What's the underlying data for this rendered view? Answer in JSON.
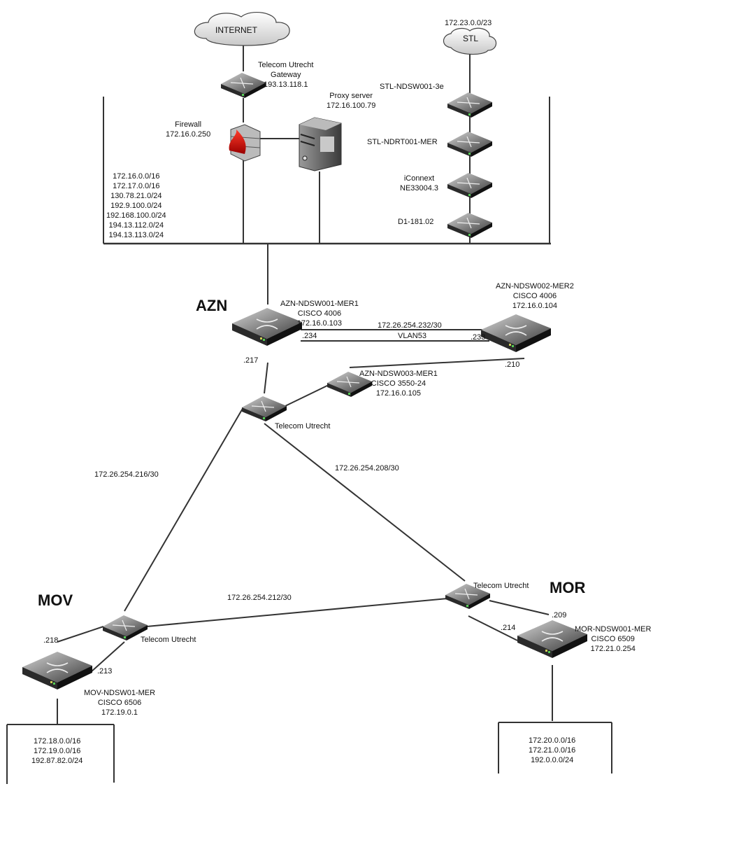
{
  "clouds": {
    "internet": "INTERNET",
    "stl": "STL",
    "stl_subnet": "172.23.0.0/23"
  },
  "sites": {
    "azn": "AZN",
    "mov": "MOV",
    "mor": "MOR"
  },
  "devices": {
    "gateway": [
      "Telecom Utrecht",
      "Gateway",
      "193.13.118.1"
    ],
    "firewall": [
      "Firewall",
      "172.16.0.250"
    ],
    "proxy": [
      "Proxy server",
      "172.16.100.79"
    ],
    "stl_ndsw": [
      "STL-NDSW001-3e"
    ],
    "stl_ndrt": [
      "STL-NDRT001-MER"
    ],
    "iconnext": [
      "iConnext",
      "NE33004.3"
    ],
    "d1": [
      "D1-181.02"
    ],
    "azn1": [
      "AZN-NDSW001-MER1",
      "CISCO 4006",
      "172.16.0.103"
    ],
    "azn2": [
      "AZN-NDSW002-MER2",
      "CISCO 4006",
      "172.16.0.104"
    ],
    "azn3": [
      "AZN-NDSW003-MER1",
      "CISCO 3550-24",
      "172.16.0.105"
    ],
    "tu_azn": [
      "Telecom Utrecht"
    ],
    "tu_mov": [
      "Telecom Utrecht"
    ],
    "tu_mor": [
      "Telecom Utrecht"
    ],
    "mov": [
      "MOV-NDSW01-MER",
      "CISCO 6506",
      "172.19.0.1"
    ],
    "mor": [
      "MOR-NDSW001-MER",
      "CISCO 6509",
      "172.21.0.254"
    ]
  },
  "networks": {
    "core": [
      "172.16.0.0/16",
      "172.17.0.0/16",
      "130.78.21.0/24",
      "192.9.100.0/24",
      "192.168.100.0/24",
      "194.13.112.0/24",
      "194.13.113.0/24"
    ],
    "mov": [
      "172.18.0.0/16",
      "172.19.0.0/16",
      "192.87.82.0/24"
    ],
    "mor": [
      "172.20.0.0/16",
      "172.21.0.0/16",
      "192.0.0.0/24"
    ]
  },
  "links": {
    "azn_vlan_subnet": "172.26.254.232/30",
    "azn_vlan": "VLAN53",
    "link_216": "172.26.254.216/30",
    "link_208": "172.26.254.208/30",
    "link_212": "172.26.254.212/30"
  },
  "interfaces": {
    "i234": ".234",
    "i233": ".233",
    "i217": ".217",
    "i210": ".210",
    "i218": ".218",
    "i213": ".213",
    "i209": ".209",
    "i214": ".214"
  }
}
